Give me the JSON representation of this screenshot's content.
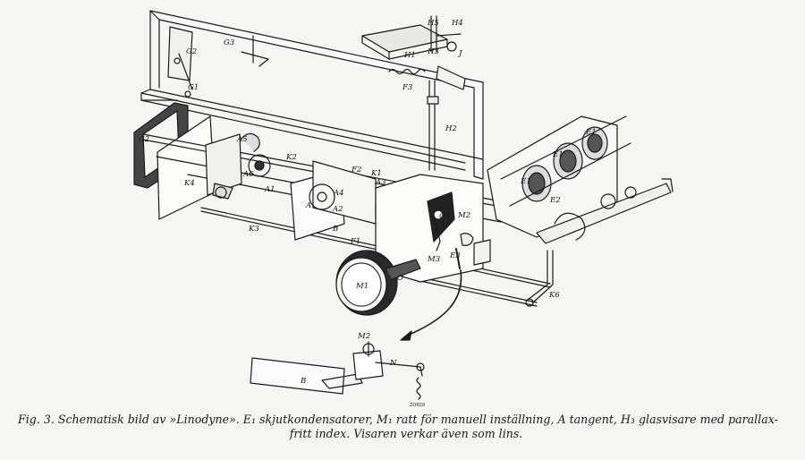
{
  "figure": {
    "labels": {
      "H5": "H5",
      "H4": "H4",
      "H3": "H3",
      "H1": "H1",
      "J": "J",
      "G3": "G3",
      "G2_top": "G2",
      "G1": "G1",
      "F3": "F3",
      "H2": "H2",
      "G2_left": "G2",
      "A5": "A5",
      "K2": "K2",
      "F2": "F2",
      "K1": "K1",
      "E1_a": "E1",
      "E1_b": "E1",
      "E1_c": "E1",
      "E2": "E2",
      "A6": "A6",
      "A1": "A1",
      "A4": "A4",
      "A3": "A3",
      "A2": "A2",
      "A": "A",
      "K4": "K4",
      "B": "B",
      "F1": "F1",
      "C3": "C3",
      "M2": "M2",
      "E3": "E3",
      "M3": "M3",
      "O": "O",
      "M1": "M1",
      "K3": "K3",
      "K6": "K6",
      "M2_inset": "M2",
      "N": "N",
      "B_inset": "B"
    },
    "stamp": "ZO8Z8"
  },
  "caption": {
    "line1": "Fig. 3. Schematisk bild av »Linodyne». E₁ skjutkondensatorer, M₁ ratt för manuell inställning, A tangent, H₃ glasvisare med parallax-",
    "line2": "fritt index. Visaren verkar även som lins."
  }
}
